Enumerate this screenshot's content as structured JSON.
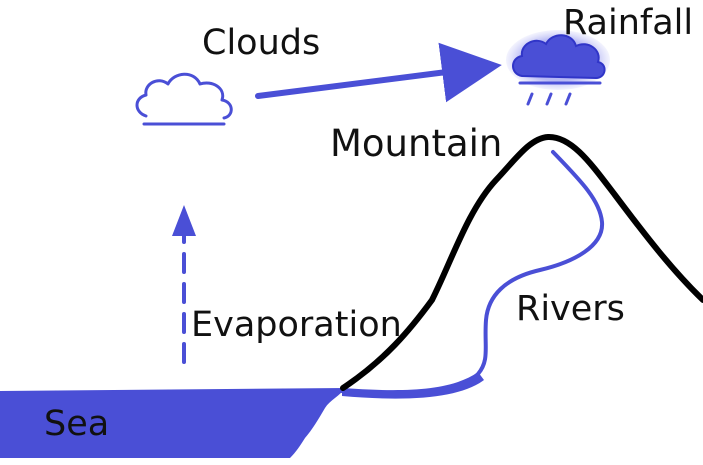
{
  "labels": {
    "clouds": "Clouds",
    "rainfall": "Rainfall",
    "mountain": "Mountain",
    "rivers": "Rivers",
    "evaporation": "Evaporation",
    "sea": "Sea"
  },
  "icons": {
    "cloud": "cloud-outline-icon",
    "rain_cloud": "rain-cloud-icon"
  },
  "colors": {
    "water": "#4a4fd6",
    "mountain": "#000000",
    "text": "#111111",
    "background": "#ffffff"
  }
}
